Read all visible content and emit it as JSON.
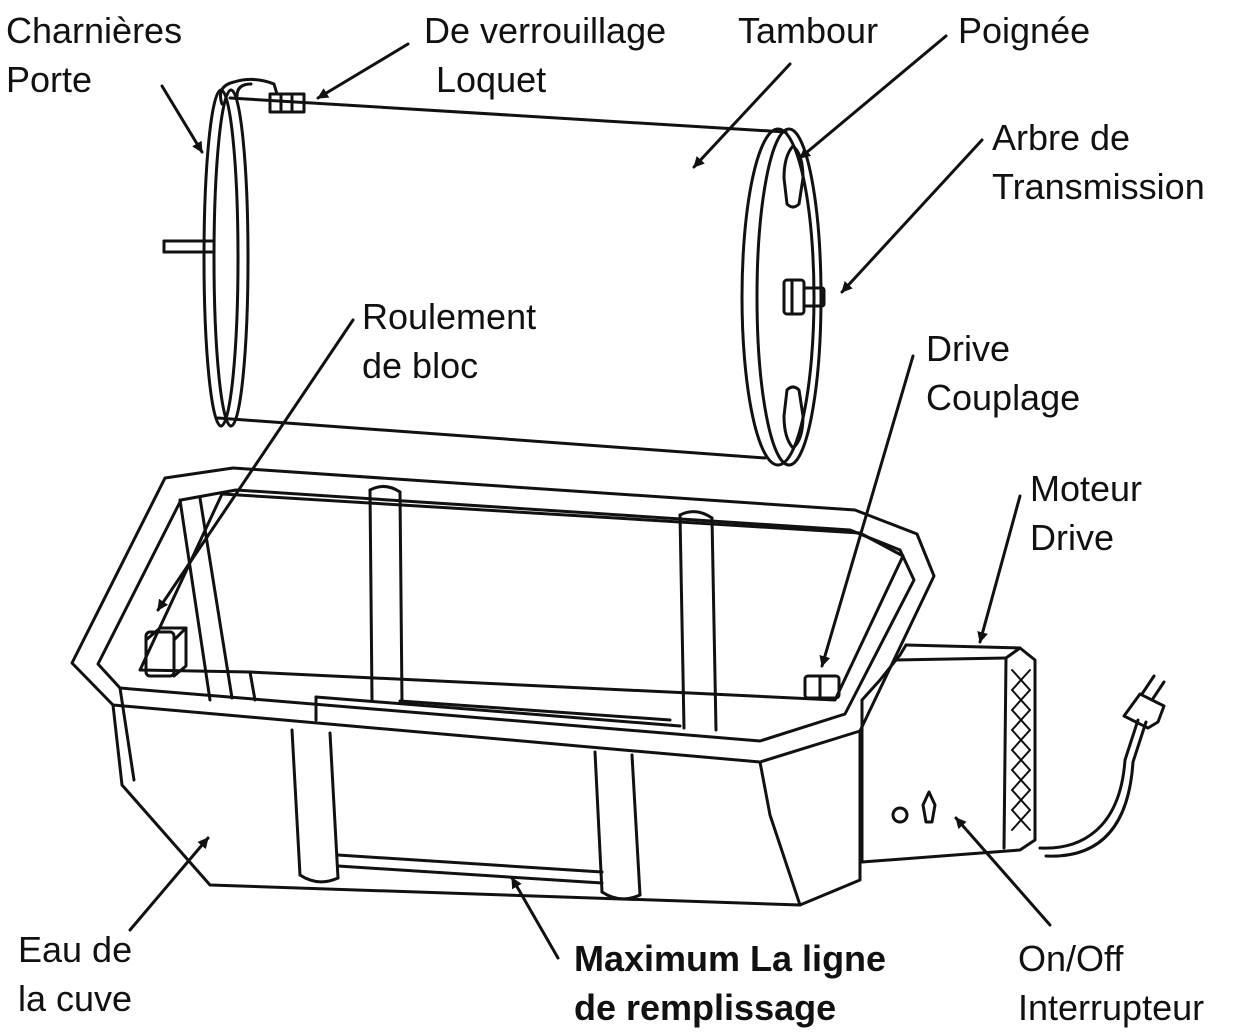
{
  "labels": {
    "door_hinges": [
      "Charnières",
      "Porte"
    ],
    "latch": [
      "De verrouillage",
      "Loquet"
    ],
    "drum": [
      "Tambour"
    ],
    "handle": [
      "Poignée"
    ],
    "drive_shaft": [
      "Arbre de",
      "Transmission"
    ],
    "bearing_block": [
      "Roulement",
      "de bloc"
    ],
    "drive_coupling": [
      "Drive",
      "Couplage"
    ],
    "drive_motor": [
      "Moteur",
      "Drive"
    ],
    "tub_water": [
      "Eau de",
      "la cuve"
    ],
    "max_fill_line": [
      "Maximum La ligne",
      "de remplissage"
    ],
    "on_off_switch": [
      "On/Off",
      "Interrupteur"
    ]
  },
  "colors": {
    "line": "#111111",
    "background": "#ffffff"
  }
}
